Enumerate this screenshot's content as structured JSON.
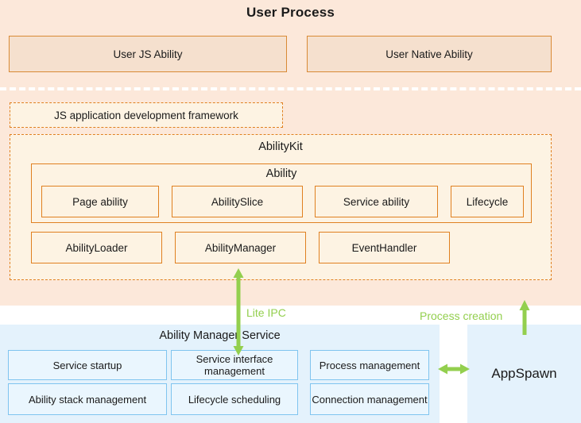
{
  "diagram": {
    "title": "User Process",
    "colors": {
      "peach_band": "#fce8da",
      "ability_box_fill": "#f5e0ce",
      "orange_border": "#d98a35",
      "kit_fill": "#fdf3e3",
      "kit_border": "#e08020",
      "blue_panel": "#e4f2fc",
      "blue_box_fill": "#eaf6fe",
      "blue_border": "#7fc4ef",
      "green_accent": "#93cf4e",
      "text": "#1a1a1a"
    }
  },
  "user_process": {
    "title": "User Process",
    "abilities": [
      {
        "label": "User JS Ability"
      },
      {
        "label": "User Native Ability"
      }
    ]
  },
  "framework": {
    "js_framework_label": "JS application development framework"
  },
  "abilitykit": {
    "title": "AbilityKit",
    "ability_group": {
      "title": "Ability",
      "items": [
        {
          "label": "Page ability"
        },
        {
          "label": "AbilitySlice"
        },
        {
          "label": "Service ability"
        },
        {
          "label": "Lifecycle"
        }
      ]
    },
    "modules": [
      {
        "label": "AbilityLoader"
      },
      {
        "label": "AbilityManager"
      },
      {
        "label": "EventHandler"
      }
    ]
  },
  "ability_manager_service": {
    "title": "Ability Manager Service",
    "modules": [
      {
        "label": "Service startup"
      },
      {
        "label": "Service interface management"
      },
      {
        "label": "Process management"
      },
      {
        "label": "Ability stack management"
      },
      {
        "label": "Lifecycle scheduling"
      },
      {
        "label": "Connection management"
      }
    ]
  },
  "appspawn": {
    "label": "AppSpawn"
  },
  "connections": [
    {
      "label": "Lite IPC",
      "direction": "bidirectional",
      "orientation": "vertical"
    },
    {
      "label": "Process creation",
      "direction": "up",
      "orientation": "vertical"
    },
    {
      "label": "",
      "direction": "bidirectional",
      "orientation": "horizontal"
    }
  ]
}
